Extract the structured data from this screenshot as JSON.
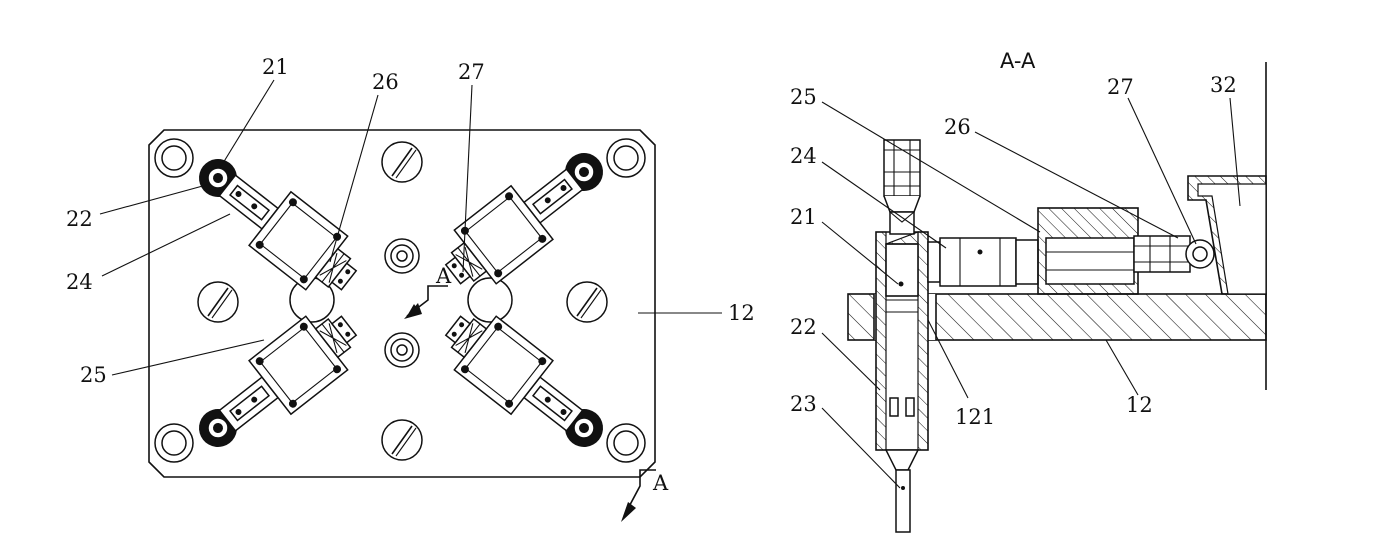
{
  "section_title": "A-A",
  "plan_view": {
    "labels": {
      "l21": "21",
      "l26": "26",
      "l27": "27",
      "l22": "22",
      "l24": "24",
      "l25": "25",
      "l12": "12",
      "cut_top": "A",
      "cut_bottom": "A"
    }
  },
  "section_view": {
    "labels": {
      "l25": "25",
      "l24": "24",
      "l21": "21",
      "l22": "22",
      "l23": "23",
      "l26": "26",
      "l27": "27",
      "l32": "32",
      "l121": "121",
      "l12": "12"
    }
  }
}
